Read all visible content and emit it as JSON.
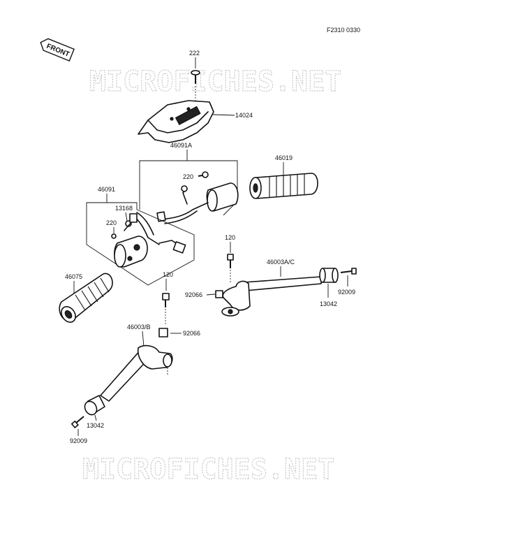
{
  "header": {
    "code": "F2310 0330"
  },
  "direction_badge": "FRONT",
  "watermark": {
    "text": "MICROFICHES.NET"
  },
  "parts": {
    "screw_222": "222",
    "cover_14024": "14024",
    "switch_46091A": "46091A",
    "screw_220_right": "220",
    "grip_46019": "46019",
    "switch_46091": "46091",
    "clamp_13168": "13168",
    "screw_220_left": "220",
    "bolt_120_right": "120",
    "handlebar_46003AC": "46003A/C",
    "washer_92066_right": "92066",
    "weight_13042_right": "13042",
    "screw_92009_right": "92009",
    "grip_46075": "46075",
    "bolt_120_left": "120",
    "handlebar_46003B": "46003/B",
    "washer_92066_left": "92066",
    "weight_13042_left": "13042",
    "screw_92009_left": "92009"
  }
}
